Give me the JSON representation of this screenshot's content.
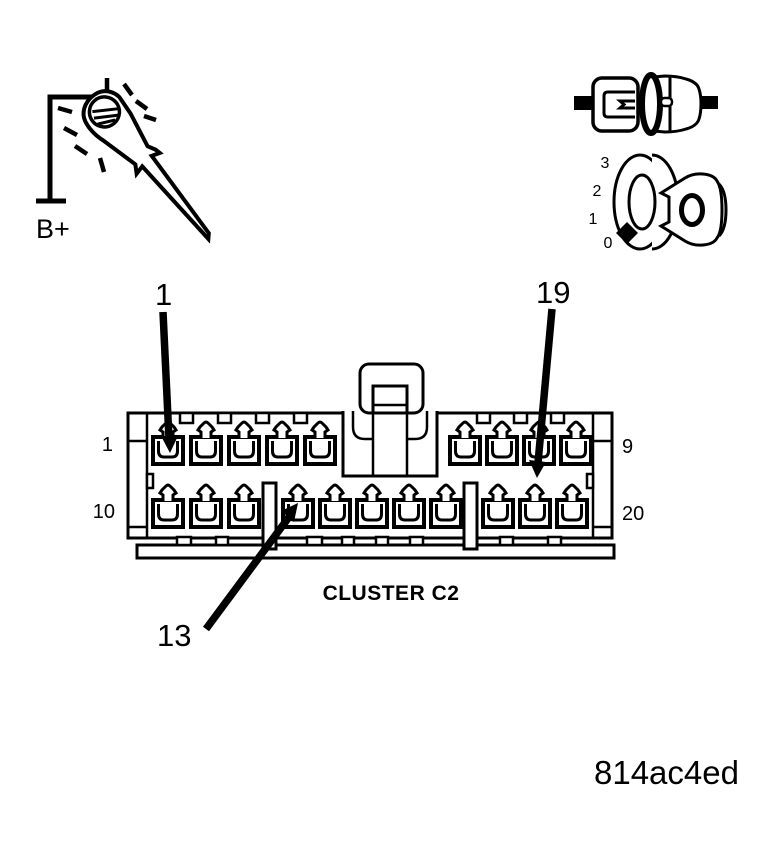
{
  "figure": {
    "code": "814ac4ed",
    "background_color": "#ffffff",
    "line_color": "#000000"
  },
  "test_light": {
    "icon": "test-light-icon",
    "power_label": "B+"
  },
  "fuse": {
    "icon": "fuse-icon"
  },
  "ignition_switch": {
    "icon": "ignition-switch-icon",
    "positions": [
      "3",
      "2",
      "1",
      "0"
    ]
  },
  "connector": {
    "caption": "CLUSTER C2",
    "pin_count": 20,
    "pin_row_labels": {
      "top_left": "1",
      "top_right": "9",
      "bottom_left": "10",
      "bottom_right": "20"
    },
    "callouts": [
      {
        "label": "1"
      },
      {
        "label": "19"
      },
      {
        "label": "13"
      }
    ]
  }
}
